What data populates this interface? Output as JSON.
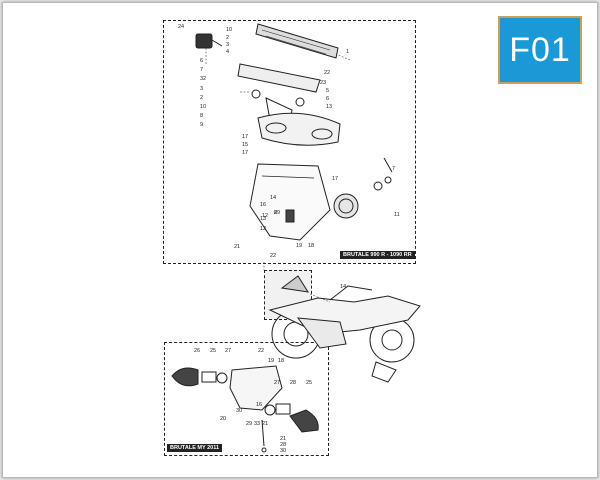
{
  "badge": {
    "label": "F01",
    "bg_color": "#1a99d6",
    "border_color": "#c8a15a"
  },
  "panels": {
    "top": {
      "title": "BRUTALE 990 R - 1090 RR"
    },
    "bottom": {
      "title": "BRUTALE MY 2011"
    }
  },
  "callouts_top": [
    "24",
    "10",
    "2",
    "3",
    "4",
    "1",
    "6",
    "7",
    "32",
    "3",
    "2",
    "10",
    "8",
    "9",
    "22",
    "23",
    "5",
    "6",
    "13",
    "17",
    "15",
    "17",
    "17",
    "7",
    "16",
    "12",
    "11",
    "14",
    "8",
    "13",
    "29",
    "12",
    "21",
    "19",
    "18",
    "22"
  ],
  "callouts_overview": [
    "14"
  ],
  "callouts_bottom": [
    "26",
    "25",
    "27",
    "22",
    "19",
    "18",
    "16",
    "27",
    "28",
    "25",
    "20",
    "30",
    "29",
    "33",
    "21",
    "21",
    "28",
    "30"
  ]
}
